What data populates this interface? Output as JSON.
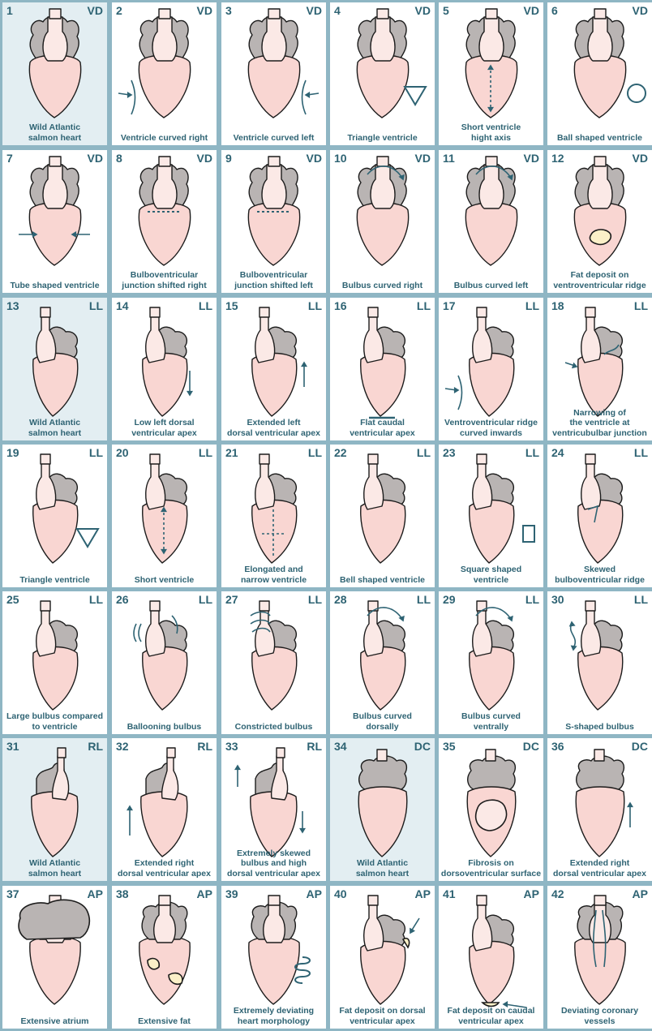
{
  "colors": {
    "border": "#8fb6c4",
    "reference_bg": "#e3eef2",
    "label_text": "#2e6373",
    "ventricle_fill": "#f9d6d2",
    "bulbus_fill": "#fbe9e6",
    "atrium_fill": "#b9b4b3",
    "fat_fill": "#fbf0c8",
    "arrow": "#2e6373"
  },
  "panels": [
    {
      "number": "1",
      "view": "VD",
      "lines": [
        "Wild Atlantic",
        "salmon heart"
      ],
      "reference": true,
      "shape": "vd",
      "icon": "none"
    },
    {
      "number": "2",
      "view": "VD",
      "lines": [
        "Ventricle curved right"
      ],
      "reference": false,
      "shape": "vd",
      "icon": "curve-arrow-left"
    },
    {
      "number": "3",
      "view": "VD",
      "lines": [
        "Ventricle curved left"
      ],
      "reference": false,
      "shape": "vd",
      "icon": "curve-arrow-right"
    },
    {
      "number": "4",
      "view": "VD",
      "lines": [
        "Triangle ventricle"
      ],
      "reference": false,
      "shape": "vd",
      "icon": "triangle"
    },
    {
      "number": "5",
      "view": "VD",
      "lines": [
        "Short ventricle",
        "hight axis"
      ],
      "reference": false,
      "shape": "vd",
      "icon": "vertical-axis"
    },
    {
      "number": "6",
      "view": "VD",
      "lines": [
        "Ball shaped ventricle"
      ],
      "reference": false,
      "shape": "vd",
      "icon": "circle"
    },
    {
      "number": "7",
      "view": "VD",
      "lines": [
        "Tube shaped ventricle"
      ],
      "reference": false,
      "shape": "vd",
      "icon": "squeeze-arrows"
    },
    {
      "number": "8",
      "view": "VD",
      "lines": [
        "Bulboventricular",
        "junction shifted right"
      ],
      "reference": false,
      "shape": "vd",
      "icon": "junction-dots"
    },
    {
      "number": "9",
      "view": "VD",
      "lines": [
        "Bulboventricular",
        "junction shifted left"
      ],
      "reference": false,
      "shape": "vd",
      "icon": "junction-dots"
    },
    {
      "number": "10",
      "view": "VD",
      "lines": [
        "Bulbus curved right"
      ],
      "reference": false,
      "shape": "vd",
      "icon": "bulbus-arc"
    },
    {
      "number": "11",
      "view": "VD",
      "lines": [
        "Bulbus curved left"
      ],
      "reference": false,
      "shape": "vd",
      "icon": "bulbus-arc"
    },
    {
      "number": "12",
      "view": "VD",
      "lines": [
        "Fat deposit on",
        "ventroventricular ridge"
      ],
      "reference": false,
      "shape": "vd",
      "icon": "fat-blob"
    },
    {
      "number": "13",
      "view": "LL",
      "lines": [
        "Wild Atlantic",
        "salmon heart"
      ],
      "reference": true,
      "shape": "ll",
      "icon": "none"
    },
    {
      "number": "14",
      "view": "LL",
      "lines": [
        "Low left dorsal",
        "ventricular apex"
      ],
      "reference": false,
      "shape": "ll",
      "icon": "arrow-down"
    },
    {
      "number": "15",
      "view": "LL",
      "lines": [
        "Extended left",
        "dorsal ventricular apex"
      ],
      "reference": false,
      "shape": "ll",
      "icon": "arrow-up"
    },
    {
      "number": "16",
      "view": "LL",
      "lines": [
        "Flat caudal",
        "ventricular apex"
      ],
      "reference": false,
      "shape": "ll",
      "icon": "flat-line"
    },
    {
      "number": "17",
      "view": "LL",
      "lines": [
        "Ventroventricular ridge",
        "curved inwards"
      ],
      "reference": false,
      "shape": "ll",
      "icon": "curve-arrow-left"
    },
    {
      "number": "18",
      "view": "LL",
      "lines": [
        "Narrowing of",
        "the ventricle at",
        "ventricubulbar junction"
      ],
      "reference": false,
      "shape": "ll",
      "icon": "pinch-arrows"
    },
    {
      "number": "19",
      "view": "LL",
      "lines": [
        "Triangle ventricle"
      ],
      "reference": false,
      "shape": "ll",
      "icon": "triangle"
    },
    {
      "number": "20",
      "view": "LL",
      "lines": [
        "Short ventricle"
      ],
      "reference": false,
      "shape": "ll",
      "icon": "vertical-axis"
    },
    {
      "number": "21",
      "view": "LL",
      "lines": [
        "Elongated and",
        "narrow ventricle"
      ],
      "reference": false,
      "shape": "ll",
      "icon": "cross-axis"
    },
    {
      "number": "22",
      "view": "LL",
      "lines": [
        "Bell shaped ventricle"
      ],
      "reference": false,
      "shape": "ll",
      "icon": "none"
    },
    {
      "number": "23",
      "view": "LL",
      "lines": [
        "Square shaped",
        "ventricle"
      ],
      "reference": false,
      "shape": "ll",
      "icon": "square"
    },
    {
      "number": "24",
      "view": "LL",
      "lines": [
        "Skewed",
        "bulboventricular ridge"
      ],
      "reference": false,
      "shape": "ll",
      "icon": "ridge-lines"
    },
    {
      "number": "25",
      "view": "LL",
      "lines": [
        "Large bulbus compared",
        "to ventricle"
      ],
      "reference": false,
      "shape": "ll",
      "icon": "none"
    },
    {
      "number": "26",
      "view": "LL",
      "lines": [
        "Ballooning bulbus"
      ],
      "reference": false,
      "shape": "ll",
      "icon": "balloon-lines"
    },
    {
      "number": "27",
      "view": "LL",
      "lines": [
        "Constricted bulbus"
      ],
      "reference": false,
      "shape": "ll",
      "icon": "constriction"
    },
    {
      "number": "28",
      "view": "LL",
      "lines": [
        "Bulbus curved",
        "dorsally"
      ],
      "reference": false,
      "shape": "ll",
      "icon": "bulbus-arc"
    },
    {
      "number": "29",
      "view": "LL",
      "lines": [
        "Bulbus curved",
        "ventrally"
      ],
      "reference": false,
      "shape": "ll",
      "icon": "bulbus-arc"
    },
    {
      "number": "30",
      "view": "LL",
      "lines": [
        "S-shaped bulbus"
      ],
      "reference": false,
      "shape": "ll",
      "icon": "s-curve"
    },
    {
      "number": "31",
      "view": "RL",
      "lines": [
        "Wild Atlantic",
        "salmon heart"
      ],
      "reference": true,
      "shape": "rl",
      "icon": "none"
    },
    {
      "number": "32",
      "view": "RL",
      "lines": [
        "Extended right",
        "dorsal ventricular apex"
      ],
      "reference": false,
      "shape": "rl",
      "icon": "arrow-up-left"
    },
    {
      "number": "33",
      "view": "RL",
      "lines": [
        "Extremely skewed",
        "bulbus and high",
        "dorsal ventricular apex"
      ],
      "reference": false,
      "shape": "rl",
      "icon": "arrows-up-down"
    },
    {
      "number": "34",
      "view": "DC",
      "lines": [
        "Wild Atlantic",
        "salmon heart"
      ],
      "reference": true,
      "shape": "dc",
      "icon": "none"
    },
    {
      "number": "35",
      "view": "DC",
      "lines": [
        "Fibrosis on",
        "dorsoventricular surface"
      ],
      "reference": false,
      "shape": "dc",
      "icon": "fibrosis"
    },
    {
      "number": "36",
      "view": "DC",
      "lines": [
        "Extended right",
        "dorsal ventricular apex"
      ],
      "reference": false,
      "shape": "dc",
      "icon": "arrow-up"
    },
    {
      "number": "37",
      "view": "AP",
      "lines": [
        "Extensive atrium"
      ],
      "reference": false,
      "shape": "ap",
      "icon": "big-atrium"
    },
    {
      "number": "38",
      "view": "AP",
      "lines": [
        "Extensive fat"
      ],
      "reference": false,
      "shape": "ap",
      "icon": "fat-patches"
    },
    {
      "number": "39",
      "view": "AP",
      "lines": [
        "Extremely deviating",
        "heart morphology"
      ],
      "reference": false,
      "shape": "ap",
      "icon": "squiggle"
    },
    {
      "number": "40",
      "view": "AP",
      "lines": [
        "Fat deposit on dorsal",
        "ventricular apex"
      ],
      "reference": false,
      "shape": "ll",
      "icon": "apex-fat-side"
    },
    {
      "number": "41",
      "view": "AP",
      "lines": [
        "Fat deposit on caudal",
        "ventricular apex"
      ],
      "reference": false,
      "shape": "ll",
      "icon": "apex-fat-bottom"
    },
    {
      "number": "42",
      "view": "AP",
      "lines": [
        "Deviating coronary",
        "vessels"
      ],
      "reference": false,
      "shape": "ap",
      "icon": "vessels"
    }
  ]
}
